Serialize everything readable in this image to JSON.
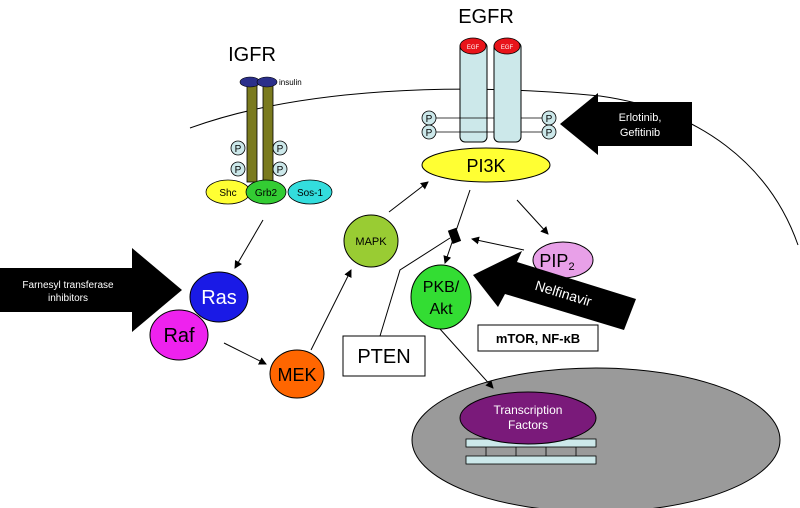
{
  "receptors": {
    "igfr": "IGFR",
    "egfr": "EGFR",
    "insulin": "insulin",
    "egf": "EGF",
    "phospho": "P"
  },
  "adaptors": {
    "shc": "Shc",
    "grb2": "Grb2",
    "sos1": "Sos-1"
  },
  "nodes": {
    "pi3k": "PI3K",
    "mapk": "MAPK",
    "ras": "Ras",
    "raf": "Raf",
    "mek": "MEK",
    "pten": "PTEN",
    "pip2_main": "PIP",
    "pip2_sub": "2",
    "pkb_line1": "PKB/",
    "pkb_line2": "Akt",
    "mtor": "mTOR, NF-κB",
    "tf_line1": "Transcription",
    "tf_line2": "Factors"
  },
  "inhibitors": {
    "erlotinib_line1": "Erlotinib,",
    "erlotinib_line2": "Gefitinib",
    "farnesyl_line1": "Farnesyl transferase",
    "farnesyl_line2": "inhibitors",
    "nelfinavir": "Nelfinavir"
  },
  "colors": {
    "egfr_body": "#cce8ea",
    "egf_cap": "#e8141a",
    "igfr_bar": "#7a7a1e",
    "insulin": "#2b2f8a",
    "phospho": "#cce8ea",
    "shc": "#ffff33",
    "grb2": "#33cc33",
    "sos1": "#33dddd",
    "pi3k": "#ffff33",
    "mapk": "#99cc33",
    "ras": "#1a1ae6",
    "raf": "#ee22ee",
    "mek": "#ff6600",
    "pip2": "#e8a0e8",
    "pkb": "#33dd33",
    "tf": "#7a1a7a",
    "nucleus": "#9a9a9a",
    "dna": "#cce8ea"
  }
}
